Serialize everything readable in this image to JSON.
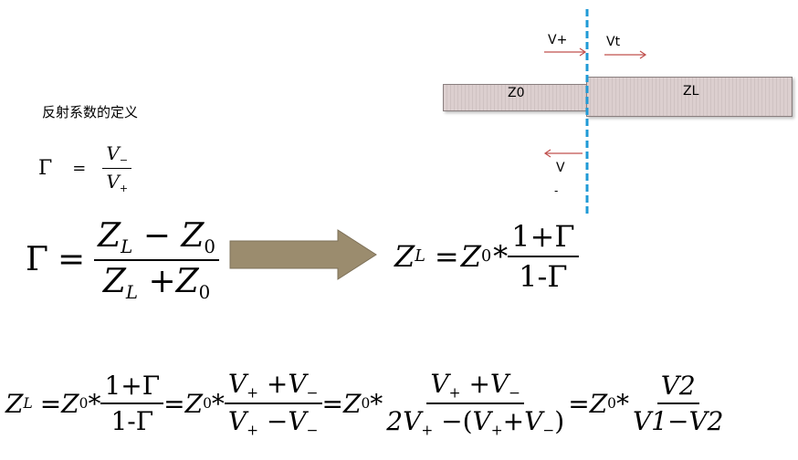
{
  "definition_title": "反射系数的定义",
  "gamma": "Γ",
  "equals": "=",
  "V": "V",
  "minus_sign": "−",
  "plus_sign": "+",
  "plus_minus_sub": "−",
  "plus_sub": "+",
  "Z": "Z",
  "L_sub": "L",
  "zero_sub": "0",
  "one": "1",
  "star": "*",
  "one_plus_gamma": "1+Γ",
  "one_minus_gamma": "1-Γ",
  "diagram": {
    "z0_label": "Z0",
    "zl_label": "ZL",
    "vplus_label": "V+",
    "vt_label": "Vt",
    "vminus_label": "V",
    "vminus_sub": "-"
  },
  "bottom": {
    "two_vplus": "2V",
    "v2": "V2",
    "v1_minus_v2": "V1−V2"
  },
  "colors": {
    "arrow": "#c0504d",
    "dashed_line": "#1f9ad6",
    "big_arrow": "#9b8c6e"
  }
}
